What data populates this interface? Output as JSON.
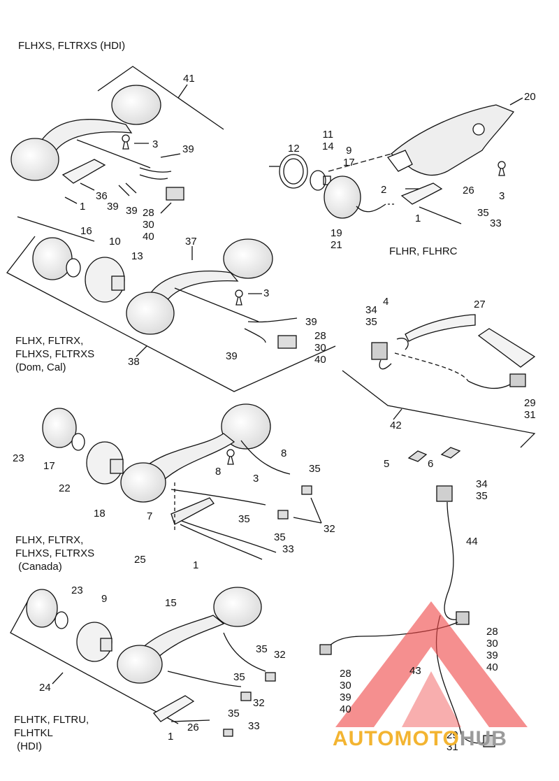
{
  "sections": {
    "hdi_top": "FLHXS, FLTRXS (HDI)",
    "flhr": "FLHR, FLHRC",
    "dom": "FLHX, FLTRX,\nFLHXS, FLTRXS\n(Dom, Cal)",
    "canada": "FLHX, FLTRX,\nFLHXS, FLTRXS\n (Canada)",
    "hdi_bottom": "FLHTK, FLTRU,\nFLHTKL\n (HDI)"
  },
  "callouts": {
    "c41": "41",
    "c3a": "3",
    "c39a": "39",
    "c36": "36",
    "c1a": "1",
    "c39b": "39",
    "c39c": "39",
    "c28a": "28\n30\n40",
    "c20": "20",
    "c11": "11\n14",
    "c12": "12",
    "c9a": "9\n17",
    "c3b": "3",
    "c26a": "26",
    "c2": "2",
    "c35a": "35",
    "c33a": "33",
    "c1b": "1",
    "c19": "19\n21",
    "c16": "16",
    "c10": "10",
    "c13": "13",
    "c37": "37",
    "c3c": "3",
    "c39d": "39",
    "c28b": "28\n30\n40",
    "c39e": "39",
    "c38": "38",
    "c34a": "34\n35",
    "c4": "4",
    "c27": "27",
    "c29a": "29\n31",
    "c42": "42",
    "c5": "5",
    "c6": "6",
    "c23a": "23",
    "c17": "17",
    "c22": "22",
    "c18": "18",
    "c8a": "8",
    "c8b": "8",
    "c3d": "3",
    "c35b": "35",
    "c35c": "35",
    "c32a": "32",
    "c7": "7",
    "c25": "25",
    "c1c": "1",
    "c35d": "35",
    "c33b": "33",
    "c34b": "34\n35",
    "c44": "44",
    "c28c": "28\n30\n39\n40",
    "c43": "43",
    "c28d": "28\n30\n39\n40",
    "c29b": "29\n31",
    "c23b": "23",
    "c9b": "9",
    "c15": "15",
    "c35e": "35",
    "c32b": "32",
    "c35f": "35",
    "c32c": "32",
    "c24": "24",
    "c35g": "35",
    "c26b": "26",
    "c1d": "1",
    "c33c": "33"
  },
  "watermark": {
    "part1": "AUTOMOTO",
    "part2": "HUB",
    "color_primary": "#f3b431",
    "color_gray": "#9a9a9a",
    "logo_color": "#ef4b4b"
  }
}
